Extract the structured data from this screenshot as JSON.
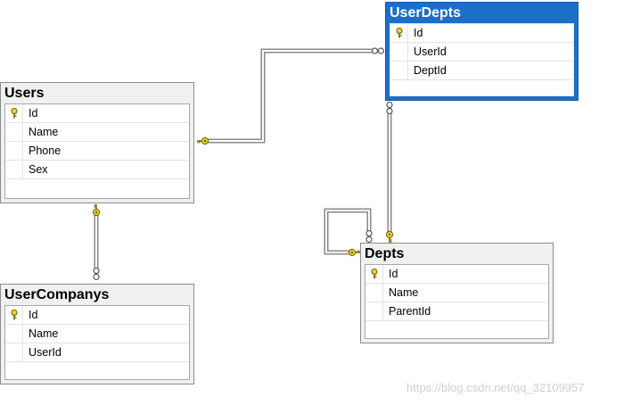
{
  "tables": {
    "users": {
      "name": "Users",
      "columns": [
        {
          "name": "Id",
          "pk": true
        },
        {
          "name": "Name",
          "pk": false
        },
        {
          "name": "Phone",
          "pk": false
        },
        {
          "name": "Sex",
          "pk": false
        }
      ]
    },
    "user_depts": {
      "name": "UserDepts",
      "columns": [
        {
          "name": "Id",
          "pk": true
        },
        {
          "name": "UserId",
          "pk": false
        },
        {
          "name": "DeptId",
          "pk": false
        }
      ]
    },
    "user_companys": {
      "name": "UserCompanys",
      "columns": [
        {
          "name": "Id",
          "pk": true
        },
        {
          "name": "Name",
          "pk": false
        },
        {
          "name": "UserId",
          "pk": false
        }
      ]
    },
    "depts": {
      "name": "Depts",
      "columns": [
        {
          "name": "Id",
          "pk": true
        },
        {
          "name": "Name",
          "pk": false
        },
        {
          "name": "ParentId",
          "pk": false
        }
      ]
    }
  },
  "relationships": [
    {
      "from": "Users",
      "to": "UserDepts",
      "key_end": "Users",
      "many_end": "UserDepts"
    },
    {
      "from": "Users",
      "to": "UserCompanys",
      "key_end": "Users",
      "many_end": "UserCompanys"
    },
    {
      "from": "Depts",
      "to": "UserDepts",
      "key_end": "Depts",
      "many_end": "UserDepts"
    },
    {
      "from": "Depts",
      "to": "Depts",
      "key_end": "Depts",
      "many_end": "Depts"
    }
  ],
  "selected_table": "UserDepts",
  "colors": {
    "selection": "#1c6fc6",
    "key": "#f2d51e",
    "line": "#8a8a8a"
  },
  "watermark": "https://blog.csdn.net/qq_32109957"
}
